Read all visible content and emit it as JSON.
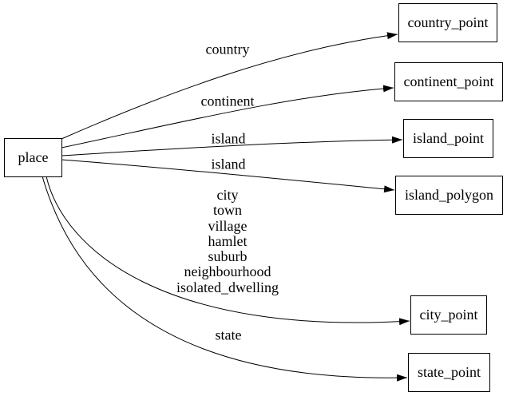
{
  "diagram": {
    "nodes": {
      "place": "place",
      "country_point": "country_point",
      "continent_point": "continent_point",
      "island_point": "island_point",
      "island_polygon": "island_polygon",
      "city_point": "city_point",
      "state_point": "state_point"
    },
    "edge_labels": {
      "country": "country",
      "continent": "continent",
      "island_to_point": "island",
      "island_to_polygon": "island",
      "city_group": [
        "city",
        "town",
        "village",
        "hamlet",
        "suburb",
        "neighbourhood",
        "isolated_dwelling"
      ],
      "state": "state"
    },
    "colors": {
      "background": "#ffffff",
      "node_border": "#000000",
      "edge_stroke": "#000000",
      "text": "#000000"
    }
  }
}
